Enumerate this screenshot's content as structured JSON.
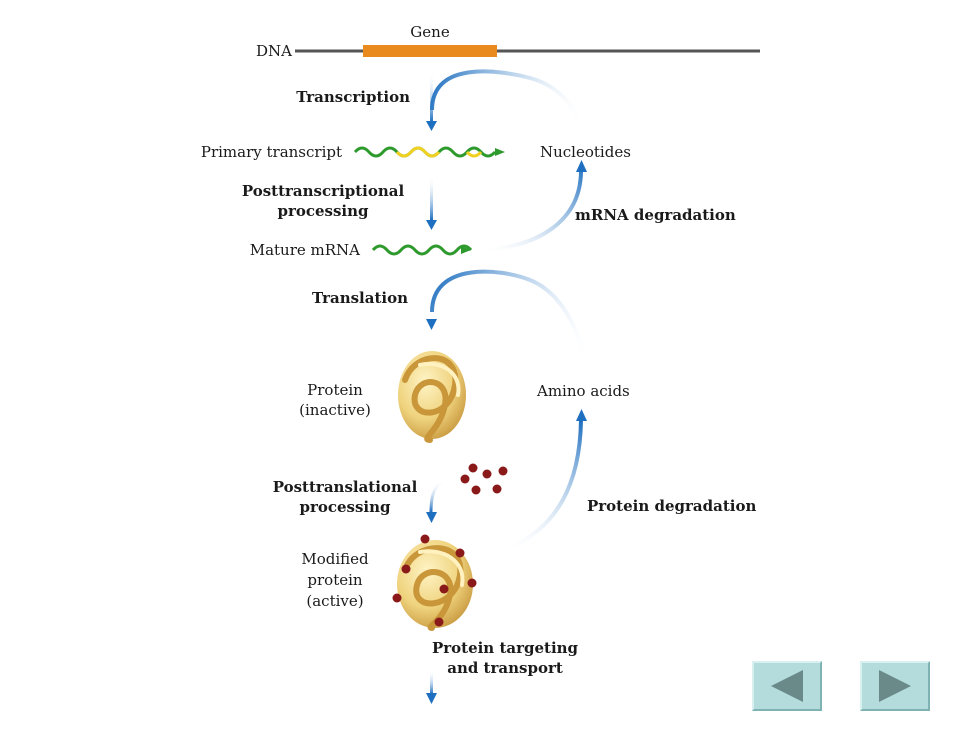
{
  "labels": {
    "gene": "Gene",
    "dna": "DNA",
    "transcription": "Transcription",
    "primary_transcript": "Primary transcript",
    "nucleotides": "Nucleotides",
    "posttranscriptional_processing": "Posttranscriptional processing",
    "mrna_degradation": "mRNA degradation",
    "mature_mrna": "Mature mRNA",
    "translation": "Translation",
    "protein_inactive_line1": "Protein",
    "protein_inactive_line2": "(inactive)",
    "amino_acids": "Amino acids",
    "posttranslational_line1": "Posttranslational",
    "posttranslational_line2": "processing",
    "protein_degradation": "Protein degradation",
    "modified_line1": "Modified",
    "modified_line2": "protein",
    "modified_line3": "(active)",
    "targeting_line1": "Protein targeting",
    "targeting_line2": "and transport",
    "posttranscriptional_line1": "Posttranscriptional",
    "posttranscriptional_line2": "processing"
  },
  "navigation": {
    "previous_icon": "left-triangle-icon",
    "next_icon": "right-triangle-icon"
  },
  "colors": {
    "gene_bar": "#e88a1e",
    "dna_line": "#555555",
    "arrow_blue": "#1e6fbf",
    "rna_green": "#2e9a2e",
    "rna_yellow": "#f0d020",
    "protein_fill": "#f2dc8c",
    "modification_dot": "#8a1a1a",
    "nav_button": "#b4dcdc",
    "nav_triangle": "#6a8a8a"
  }
}
